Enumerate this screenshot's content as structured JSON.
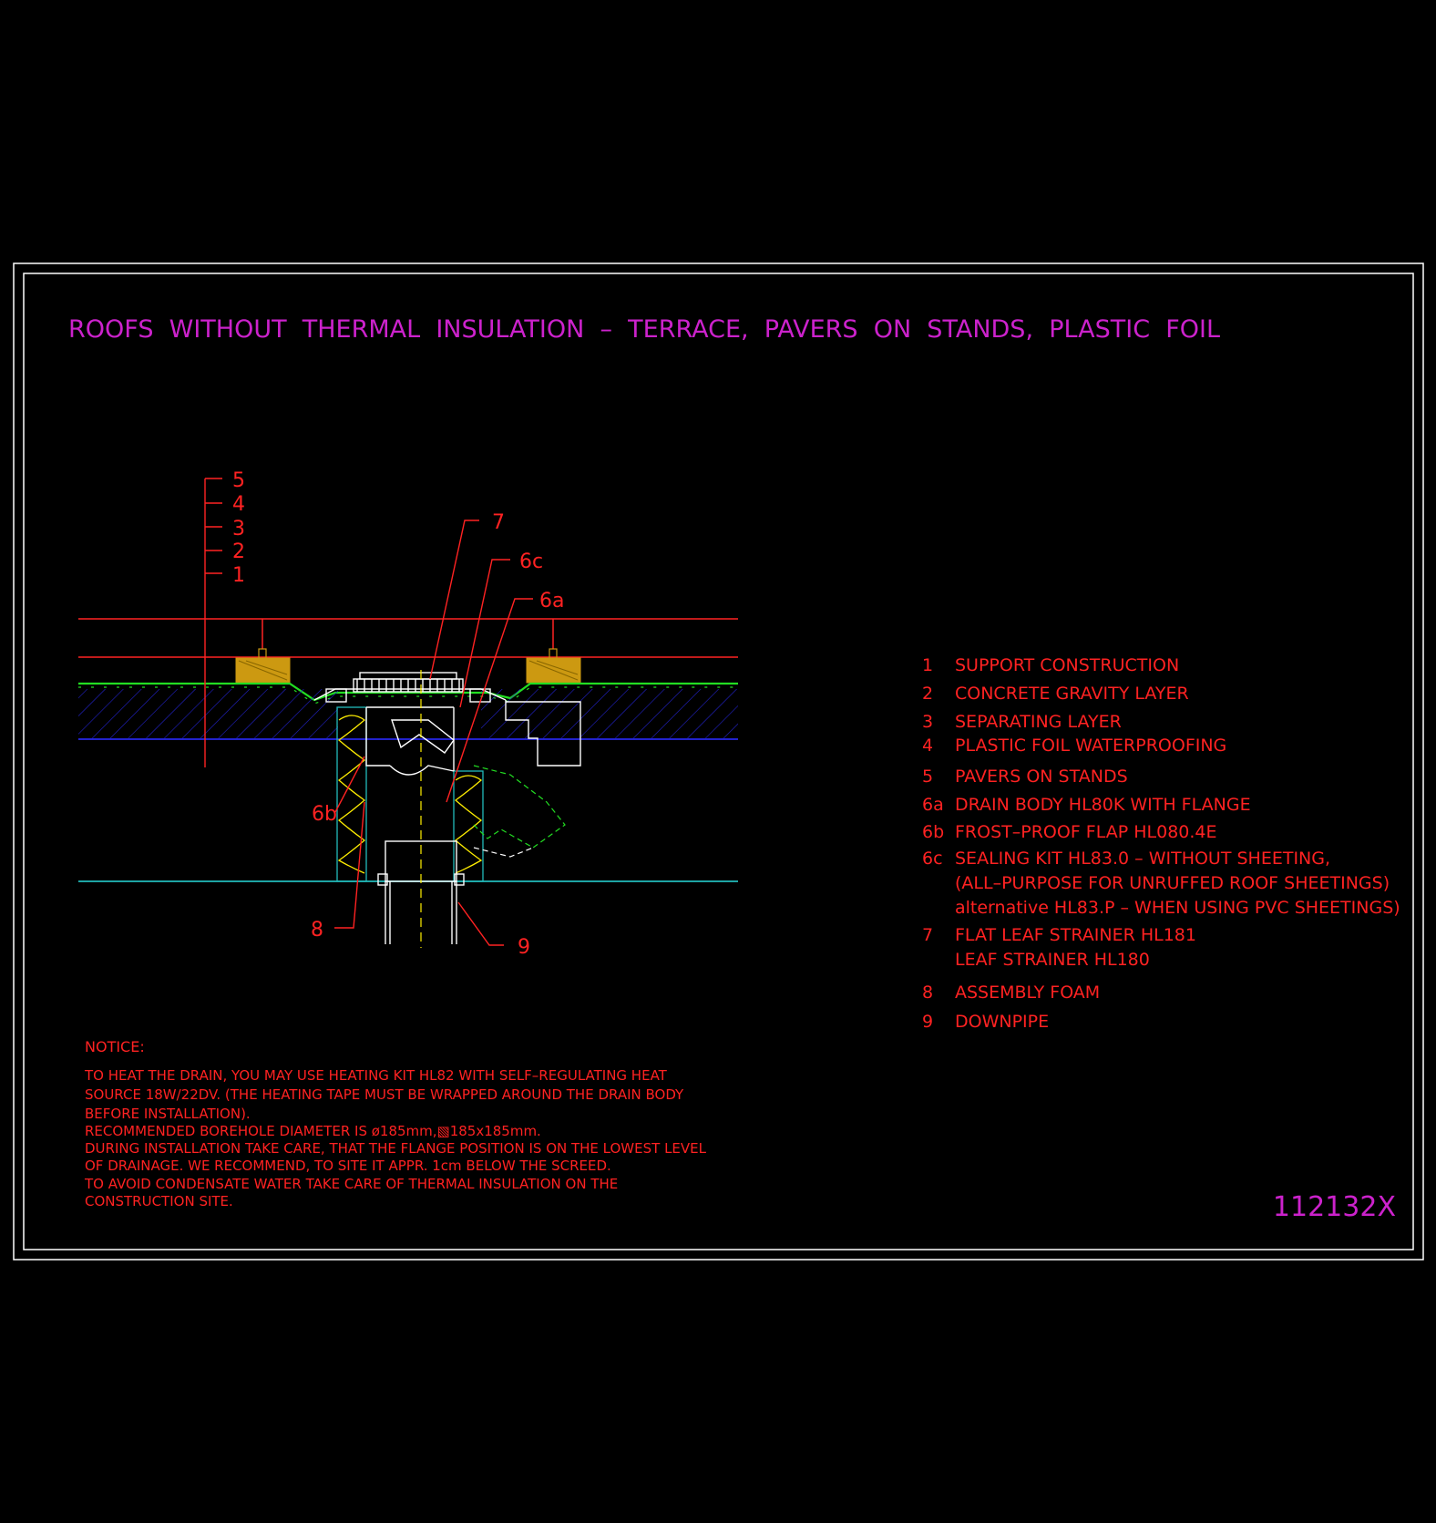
{
  "title": "ROOFS  WITHOUT  THERMAL  INSULATION  –  TERRACE,  PAVERS  ON  STANDS,  PLASTIC  FOIL",
  "drawing_number": "112132X",
  "colors": {
    "background": "#000000",
    "frame": "#ffffff",
    "title": "#cc22cc",
    "text": "#ff1a1a",
    "foil": "#22dd22",
    "hatch": "#2222cc",
    "ground_line": "#22bbbb",
    "pavers": "#cc9911",
    "drain": "#ffffff",
    "insulation": "#ffee00"
  },
  "layer_callouts": [
    "5",
    "4",
    "3",
    "2",
    "1"
  ],
  "part_callouts": {
    "c7": "7",
    "c6c": "6c",
    "c6a": "6a",
    "c6b": "6b",
    "c8": "8",
    "c9": "9"
  },
  "legend": [
    {
      "num": "1",
      "lines": [
        "SUPPORT  CONSTRUCTION"
      ]
    },
    {
      "num": "2",
      "lines": [
        "CONCRETE  GRAVITY  LAYER"
      ]
    },
    {
      "num": "3",
      "lines": [
        "SEPARATING  LAYER"
      ]
    },
    {
      "num": "4",
      "lines": [
        "PLASTIC  FOIL  WATERPROOFING"
      ]
    },
    {
      "num": "5",
      "lines": [
        "PAVERS  ON  STANDS"
      ]
    },
    {
      "num": "6a",
      "lines": [
        "DRAIN  BODY  HL80K  WITH  FLANGE"
      ]
    },
    {
      "num": "6b",
      "lines": [
        "FROST–PROOF  FLAP  HL080.4E"
      ]
    },
    {
      "num": "6c",
      "lines": [
        "SEALING  KIT  HL83.0  –  WITHOUT  SHEETING,",
        "(ALL–PURPOSE  FOR  UNRUFFED  ROOF  SHEETINGS)",
        "alternative  HL83.P  –  WHEN  USING  PVC  SHEETINGS)"
      ]
    },
    {
      "num": "7",
      "lines": [
        "FLAT  LEAF  STRAINER  HL181",
        "LEAF  STRAINER  HL180"
      ]
    },
    {
      "num": "8",
      "lines": [
        "ASSEMBLY  FOAM"
      ]
    },
    {
      "num": "9",
      "lines": [
        "DOWNPIPE"
      ]
    }
  ],
  "notice": {
    "heading": "NOTICE:",
    "lines": [
      "TO  HEAT  THE  DRAIN,  YOU  MAY  USE  HEATING  KIT  HL82  WITH  SELF–REGULATING  HEAT",
      "SOURCE  18W/22DV.  (THE  HEATING  TAPE  MUST  BE  WRAPPED  AROUND  THE  DRAIN  BODY",
      "BEFORE  INSTALLATION).",
      "RECOMMENDED  BOREHOLE  DIAMETER  IS  ø185mm,▧185x185mm.",
      "DURING  INSTALLATION  TAKE  CARE,  THAT  THE  FLANGE  POSITION  IS  ON  THE  LOWEST  LEVEL",
      "OF  DRAINAGE.  WE  RECOMMEND,  TO  SITE  IT  APPR.  1cm  BELOW  THE  SCREED.",
      "TO  AVOID  CONDENSATE  WATER  TAKE  CARE  OF  THERMAL  INSULATION  ON  THE",
      "CONSTRUCTION  SITE."
    ]
  }
}
